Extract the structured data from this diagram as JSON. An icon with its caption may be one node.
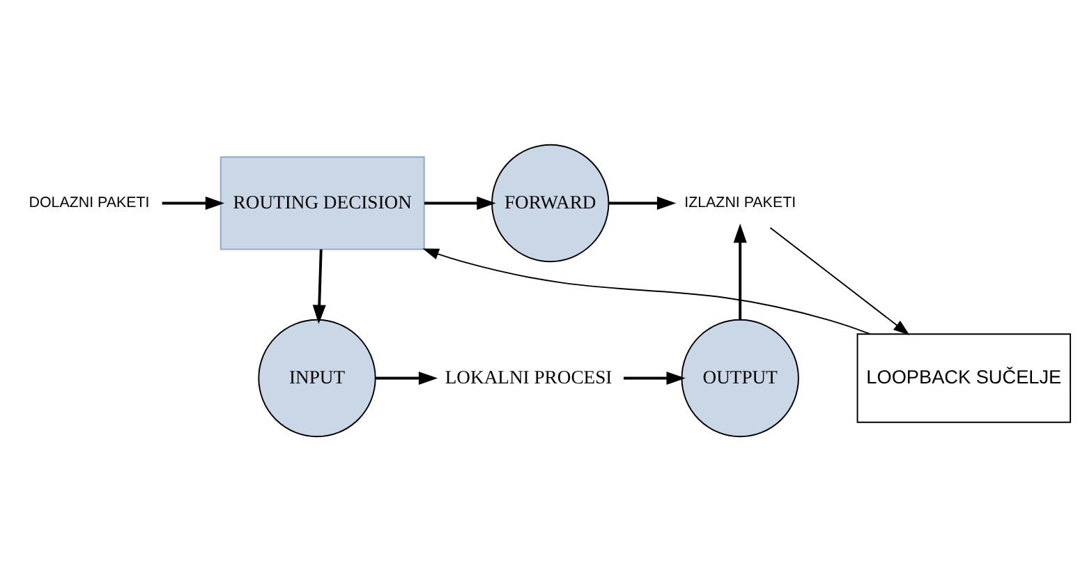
{
  "diagram": {
    "nodes": [
      {
        "text": [
          "DOLAZNI PAKETI"
        ]
      },
      {
        "text": [
          "ROUTING DECISION"
        ]
      },
      {
        "text": [
          "FORWARD"
        ]
      },
      {
        "text": [
          "IZLAZNI PAKETI"
        ]
      },
      {
        "text": [
          "INPUT"
        ]
      },
      {
        "text": [
          "LOKALNI PROCESI"
        ]
      },
      {
        "text": [
          "OUTPUT"
        ]
      },
      {
        "text": [
          "LOOPBACK SUČELJE"
        ]
      }
    ],
    "edges": [
      {
        "from": 0,
        "to": 1,
        "arrow": "to"
      },
      {
        "from": 1,
        "to": 2,
        "arrow": "to"
      },
      {
        "from": 2,
        "to": 3,
        "arrow": "to"
      },
      {
        "from": 1,
        "to": 4,
        "arrow": "to"
      },
      {
        "from": 4,
        "to": 5,
        "arrow": "to"
      },
      {
        "from": 5,
        "to": 6,
        "arrow": "to"
      },
      {
        "from": 6,
        "to": 3,
        "arrow": "to"
      },
      {
        "from": 3,
        "to": 7,
        "arrow": "to"
      },
      {
        "from": 7,
        "to": 1,
        "arrow": "to"
      }
    ]
  }
}
